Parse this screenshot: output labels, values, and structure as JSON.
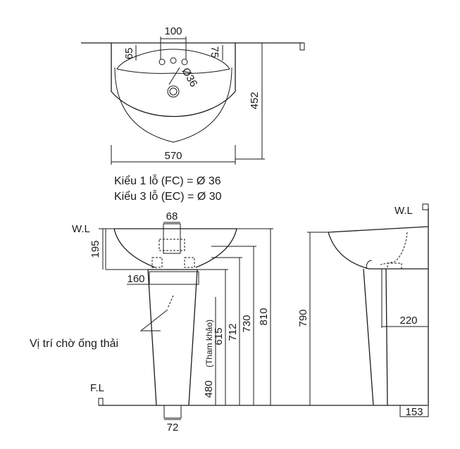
{
  "top_view": {
    "dim_hole_spacing": "100",
    "dim_left_offset": "65",
    "dim_right_offset": "75",
    "dim_drain_diameter": "Ø36",
    "dim_depth": "452",
    "dim_width": "570"
  },
  "hole_notes": {
    "line_1": "Kiểu 1 lỗ (FC) = Ø 36",
    "line_2": "Kiểu 3 lỗ (EC) = Ø 30"
  },
  "front_view": {
    "wl_label": "W.L",
    "fl_label": "F.L",
    "dim_pipe_width": "68",
    "dim_basin_height": "195",
    "dim_pedestal_top": "160",
    "dim_615": "615",
    "dim_712": "712",
    "dim_730": "730",
    "dim_810": "810",
    "dim_480": "480",
    "reference_note": "(Tham khảo)",
    "dim_base": "72",
    "drain_position_label": "Vị trí chờ ống thải"
  },
  "side_view": {
    "wl_label": "W.L",
    "dim_790": "790",
    "dim_220": "220",
    "dim_153": "153"
  }
}
